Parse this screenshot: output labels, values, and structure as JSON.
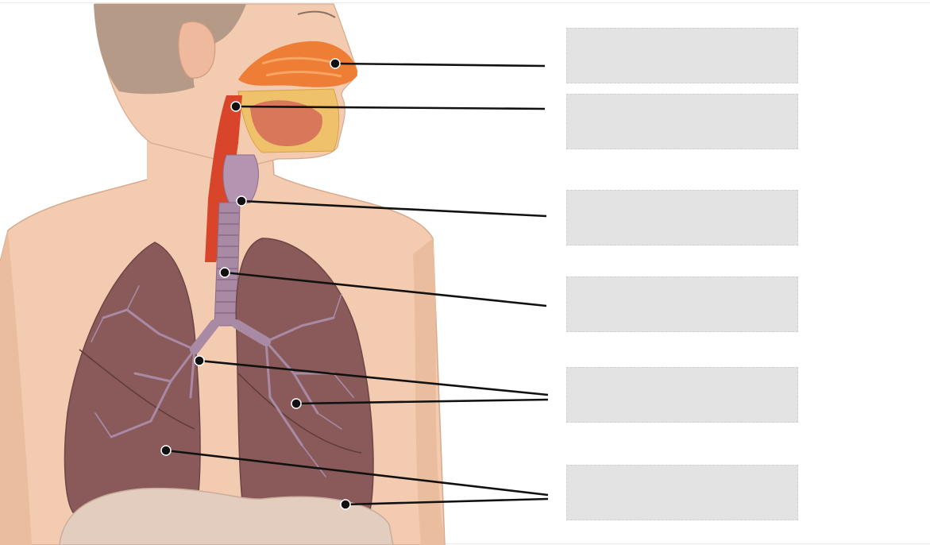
{
  "diagram": {
    "colors": {
      "skin": "#f3cbb0",
      "skin_shadow": "#e7b394",
      "hair": "#b69a88",
      "nasal": "#ee7d36",
      "pharynx": "#d9452a",
      "trachea": "#a98aa4",
      "lung": "#8a5a5a",
      "diaphragm": "#dcc4b7",
      "leader": "#111111",
      "dropzone": "#e3e3e3"
    },
    "labels": [
      {
        "id": "nasal-cavity",
        "text": ""
      },
      {
        "id": "pharynx",
        "text": ""
      },
      {
        "id": "larynx",
        "text": ""
      },
      {
        "id": "trachea",
        "text": ""
      },
      {
        "id": "bronchi",
        "text": ""
      },
      {
        "id": "lungs",
        "text": ""
      }
    ]
  }
}
